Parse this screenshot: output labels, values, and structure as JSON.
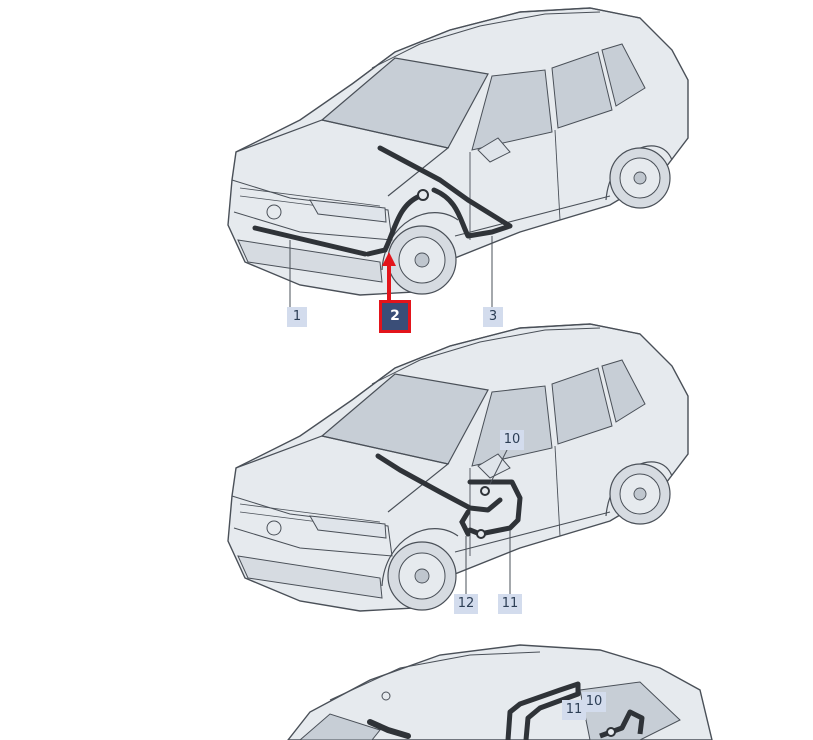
{
  "colors": {
    "car_body_fill": "#e6eaee",
    "car_outline": "#4a5058",
    "window_fill": "#c7ced6",
    "harness": "#2f3338",
    "callout_bg": "#d3dced",
    "callout_text": "#2c3e55",
    "selected_bg": "#3a4e78",
    "selected_border": "#e3141b",
    "arrow": "#e3141b"
  },
  "callouts": [
    {
      "id": "c1",
      "label": "1",
      "selected": false
    },
    {
      "id": "c2",
      "label": "2",
      "selected": true
    },
    {
      "id": "c3",
      "label": "3",
      "selected": false
    },
    {
      "id": "c10a",
      "label": "10",
      "selected": false
    },
    {
      "id": "c12",
      "label": "12",
      "selected": false
    },
    {
      "id": "c11a",
      "label": "11",
      "selected": false
    },
    {
      "id": "c11b",
      "label": "11",
      "selected": false
    },
    {
      "id": "c10b",
      "label": "10",
      "selected": false
    }
  ]
}
